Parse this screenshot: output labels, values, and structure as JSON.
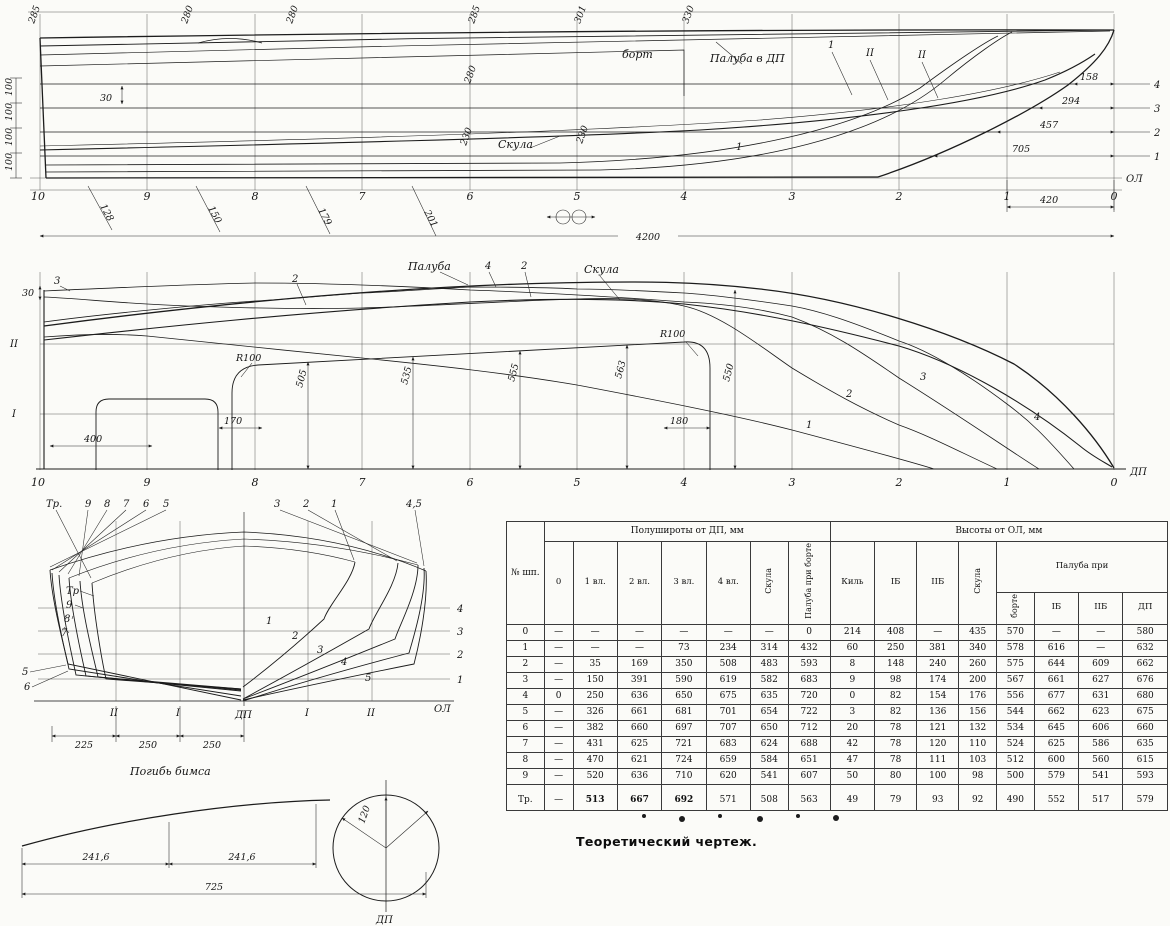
{
  "caption": "Теоретический чертеж.",
  "stations": [
    "10",
    "9",
    "8",
    "7",
    "6",
    "5",
    "4",
    "3",
    "2",
    "1",
    "0"
  ],
  "profile": {
    "top_dims": [
      "285",
      "280",
      "280",
      "285",
      "301",
      "330"
    ],
    "inner_dims": [
      "280",
      "230",
      "230",
      "30"
    ],
    "left_dims": [
      "100",
      "100",
      "100",
      "100"
    ],
    "lower_dims": [
      "128",
      "150",
      "179",
      "201"
    ],
    "wl_dims": [
      "158",
      "294",
      "457",
      "705"
    ],
    "wl_nums": [
      "4",
      "3",
      "2",
      "1"
    ],
    "stem_dim": "420",
    "total_dim": "4200",
    "labels": {
      "bort": "борт",
      "paluba_dp": "Палуба в ДП",
      "b1": "1",
      "b2": "II",
      "b3": "II",
      "skula": "Скула",
      "c1": "1",
      "ol": "ОЛ"
    }
  },
  "plan": {
    "labels": {
      "paluba": "Палуба",
      "n4": "4",
      "n2": "2",
      "skula": "Скула",
      "n2b": "2",
      "n3": "3",
      "dim30": "30",
      "bII": "II",
      "bI": "I",
      "dp": "ДП",
      "w1": "1",
      "w2": "2",
      "w3": "3",
      "w4": "4"
    },
    "r100": "R100",
    "rot_dims": [
      "505",
      "535",
      "555",
      "563",
      "550"
    ],
    "h_dims": [
      "400",
      "170",
      "180"
    ]
  },
  "body": {
    "top_labels": [
      "Тр.",
      "9",
      "8",
      "7",
      "6",
      "5",
      "3",
      "2",
      "1",
      "4,5"
    ],
    "left_labels": [
      "Тр",
      "9",
      "8",
      "7",
      "5",
      "6"
    ],
    "cascade": [
      "1",
      "2",
      "3",
      "4",
      "5"
    ],
    "wl_nums": [
      "4",
      "3",
      "2",
      "1"
    ],
    "axis": [
      "II",
      "I",
      "ДП",
      "I",
      "II"
    ],
    "ol": "ОЛ",
    "dims": [
      "225",
      "250",
      "250"
    ]
  },
  "camber": {
    "title": "Погибь бимса",
    "dims": [
      "241,6",
      "241,6",
      "725",
      "120"
    ],
    "dp": "ДП"
  },
  "table": {
    "frame_col": "№ шп.",
    "group_left": "Полушироты от ДП, мм",
    "group_right": "Высоты от ОЛ, мм",
    "left_cols": [
      "0",
      "1 вл.",
      "2 вл.",
      "3 вл.",
      "4 вл.",
      "Скула",
      "Палуба при борте"
    ],
    "right_cols": [
      "Киль",
      "IБ",
      "IIБ",
      "Скула"
    ],
    "paluba_pri": "Палуба при",
    "paluba_sub": [
      "борте",
      "IБ",
      "IIБ",
      "ДП"
    ],
    "rows": [
      {
        "id": "0",
        "cells": [
          "—",
          "—",
          "—",
          "—",
          "—",
          "—",
          "0",
          "214",
          "408",
          "—",
          "435",
          "570",
          "—",
          "—",
          "580"
        ]
      },
      {
        "id": "1",
        "cells": [
          "—",
          "—",
          "—",
          "73",
          "234",
          "314",
          "432",
          "60",
          "250",
          "381",
          "340",
          "578",
          "616",
          "—",
          "632"
        ]
      },
      {
        "id": "2",
        "cells": [
          "—",
          "35",
          "169",
          "350",
          "508",
          "483",
          "593",
          "8",
          "148",
          "240",
          "260",
          "575",
          "644",
          "609",
          "662"
        ]
      },
      {
        "id": "3",
        "cells": [
          "—",
          "150",
          "391",
          "590",
          "619",
          "582",
          "683",
          "9",
          "98",
          "174",
          "200",
          "567",
          "661",
          "627",
          "676"
        ]
      },
      {
        "id": "4",
        "cells": [
          "0",
          "250",
          "636",
          "650",
          "675",
          "635",
          "720",
          "0",
          "82",
          "154",
          "176",
          "556",
          "677",
          "631",
          "680"
        ]
      },
      {
        "id": "5",
        "cells": [
          "—",
          "326",
          "661",
          "681",
          "701",
          "654",
          "722",
          "3",
          "82",
          "136",
          "156",
          "544",
          "662",
          "623",
          "675"
        ]
      },
      {
        "id": "6",
        "cells": [
          "—",
          "382",
          "660",
          "697",
          "707",
          "650",
          "712",
          "20",
          "78",
          "121",
          "132",
          "534",
          "645",
          "606",
          "660"
        ]
      },
      {
        "id": "7",
        "cells": [
          "—",
          "431",
          "625",
          "721",
          "683",
          "624",
          "688",
          "42",
          "78",
          "120",
          "110",
          "524",
          "625",
          "586",
          "635"
        ]
      },
      {
        "id": "8",
        "cells": [
          "—",
          "470",
          "621",
          "724",
          "659",
          "584",
          "651",
          "47",
          "78",
          "111",
          "103",
          "512",
          "600",
          "560",
          "615"
        ]
      },
      {
        "id": "9",
        "cells": [
          "—",
          "520",
          "636",
          "710",
          "620",
          "541",
          "607",
          "50",
          "80",
          "100",
          "98",
          "500",
          "579",
          "541",
          "593"
        ]
      },
      {
        "id": "Тр.",
        "cells": [
          "—",
          "513",
          "667",
          "692",
          "571",
          "508",
          "563",
          "49",
          "79",
          "93",
          "92",
          "490",
          "552",
          "517",
          "579"
        ]
      }
    ]
  }
}
